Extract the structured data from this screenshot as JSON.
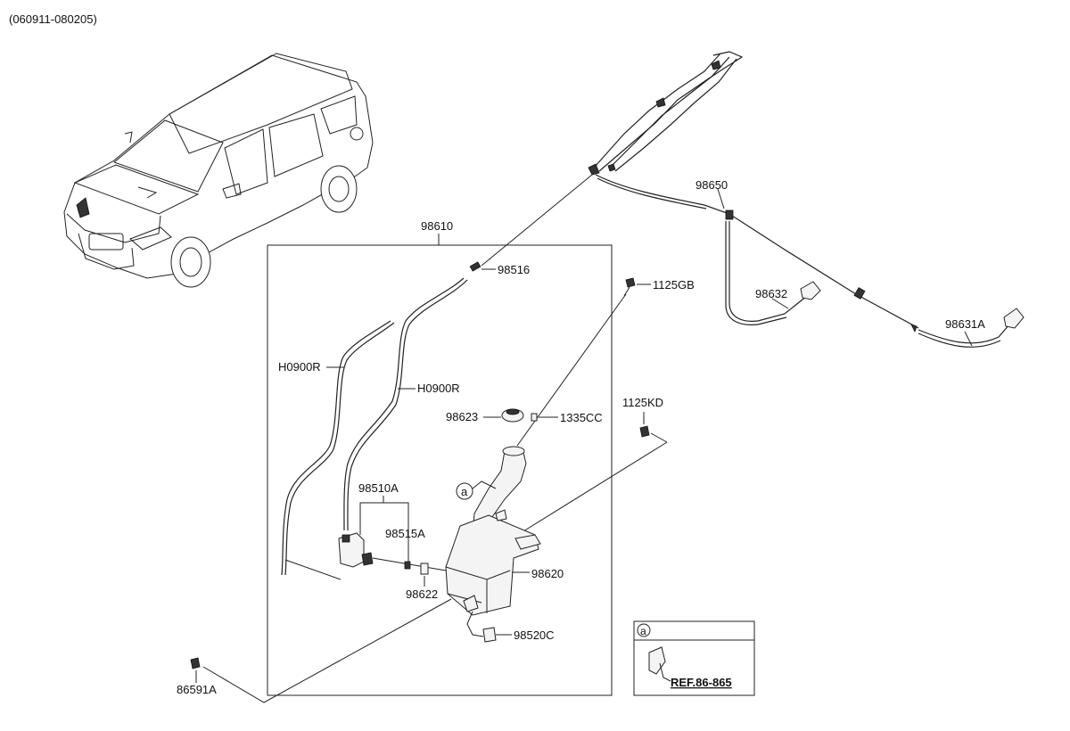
{
  "header": {
    "code": "(060911-080205)"
  },
  "assembly_label": "98610",
  "labels": {
    "p98650": "98650",
    "p98516": "98516",
    "p1125GB": "1125GB",
    "p98632": "98632",
    "p98631A": "98631A",
    "pH0900R_left": "H0900R",
    "pH0900R_right": "H0900R",
    "p98623": "98623",
    "p1335CC": "1335CC",
    "p1125KD": "1125KD",
    "p98510A": "98510A",
    "p98515A": "98515A",
    "p98620": "98620",
    "p98622": "98622",
    "p98520C": "98520C",
    "p86591A": "86591A"
  },
  "callout": {
    "marker": "a"
  },
  "inset": {
    "marker": "a",
    "reference": "REF.86-865"
  }
}
